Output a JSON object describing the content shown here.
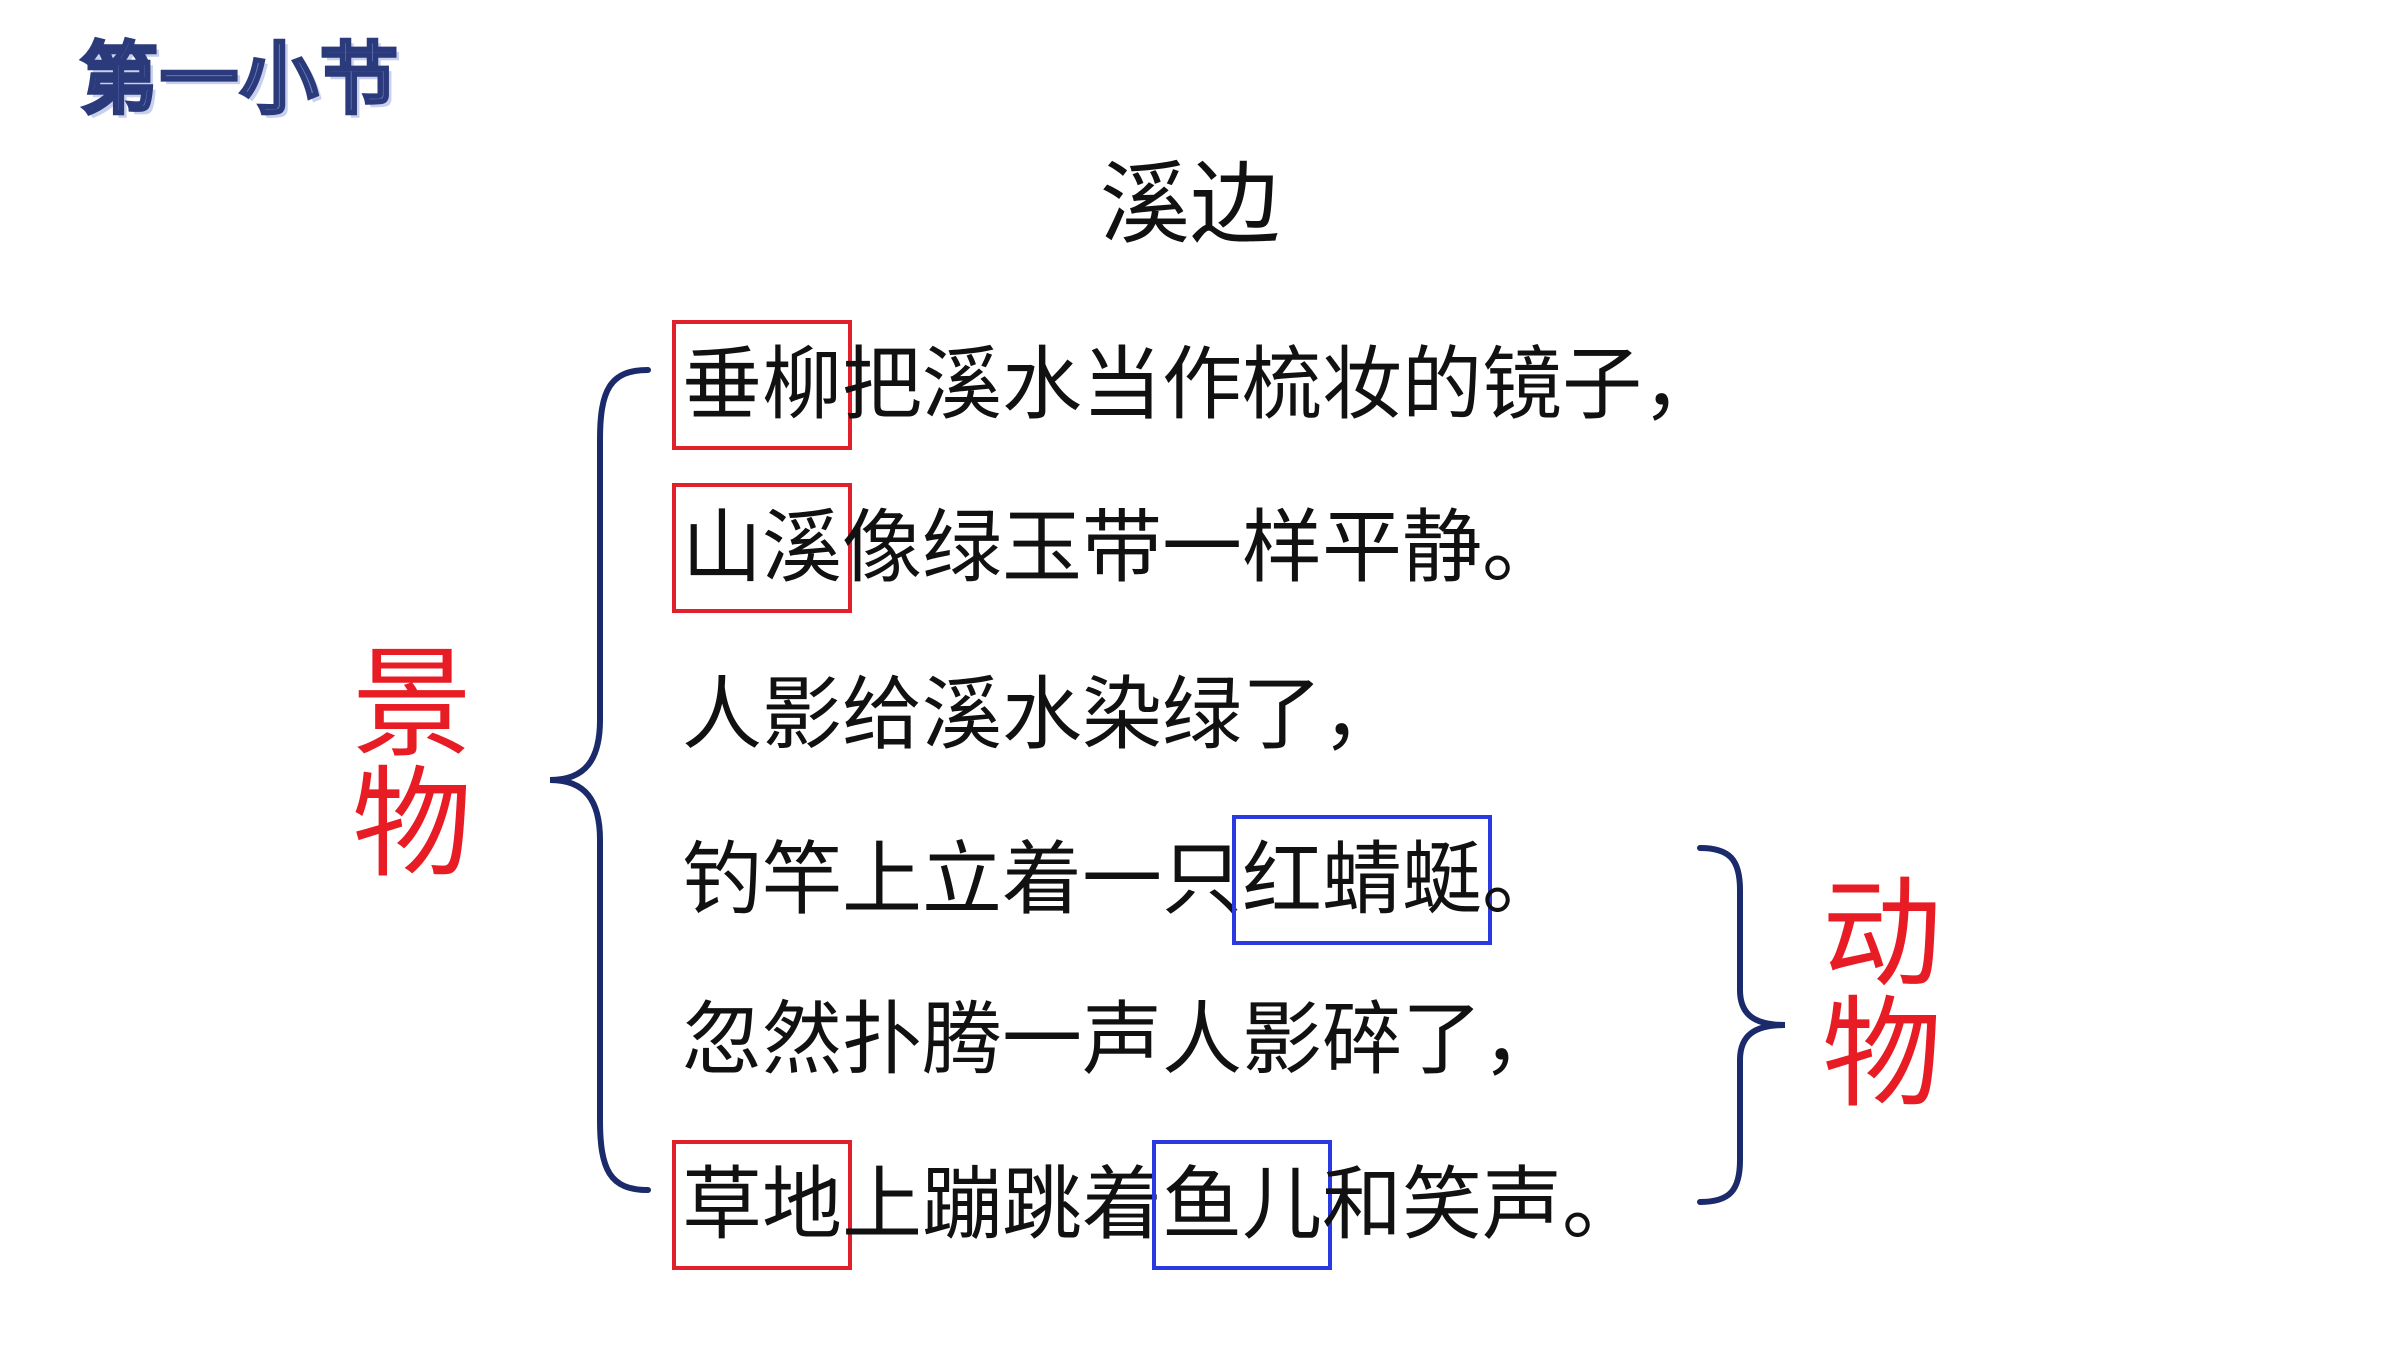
{
  "section_label": "第一小节",
  "title": "溪边",
  "lines": [
    {
      "segments": [
        {
          "text": "垂柳",
          "box": "red"
        },
        {
          "text": "把溪水当作梳妆的镜子，",
          "box": ""
        }
      ]
    },
    {
      "segments": [
        {
          "text": "山溪",
          "box": "red"
        },
        {
          "text": "像绿玉带一样平静。",
          "box": ""
        }
      ]
    },
    {
      "segments": [
        {
          "text": "人影给溪水染绿了，",
          "box": ""
        }
      ]
    },
    {
      "segments": [
        {
          "text": "钓竿上立着一只",
          "box": ""
        },
        {
          "text": "红蜻蜓",
          "box": "blue"
        },
        {
          "text": "。",
          "box": ""
        }
      ]
    },
    {
      "segments": [
        {
          "text": "忽然扑腾一声人影碎了，",
          "box": ""
        }
      ]
    },
    {
      "segments": [
        {
          "text": "草地",
          "box": "red"
        },
        {
          "text": "上蹦跳着",
          "box": ""
        },
        {
          "text": "鱼儿",
          "box": "blue"
        },
        {
          "text": "和笑声。",
          "box": ""
        }
      ]
    }
  ],
  "labels": {
    "scenery": "景物",
    "animals": "动物"
  },
  "colors": {
    "label_red": "#e81c24",
    "box_red": "#e0202a",
    "box_blue": "#2a3ae0",
    "brace_navy": "#1a2a6a"
  }
}
